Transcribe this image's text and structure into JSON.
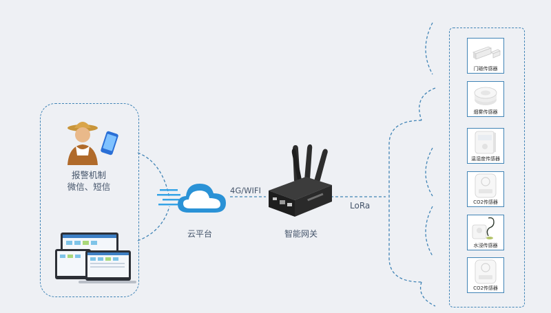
{
  "alarm": {
    "line1": "报警机制",
    "line2": "微信、短信"
  },
  "cloud_label": "云平台",
  "link_label": "4G/WIFI",
  "gateway_label": "智能网关",
  "lora_label": "LoRa",
  "sensors": [
    {
      "label": "门磁传感器",
      "icon": "door-sensor-icon"
    },
    {
      "label": "烟雾传感器",
      "icon": "smoke-sensor-icon"
    },
    {
      "label": "温湿度传感器",
      "icon": "temperature-humidity-sensor-icon"
    },
    {
      "label": "CO2传感器",
      "icon": "co2-sensor-icon"
    },
    {
      "label": "水浸传感器",
      "icon": "water-leak-sensor-icon"
    },
    {
      "label": "CO2传感器",
      "icon": "co2-sensor-icon"
    }
  ],
  "colors": {
    "background": "#eef0f4",
    "dashed_border": "#3f83b5",
    "cloud": "#2a92d6",
    "text": "#44546a"
  }
}
